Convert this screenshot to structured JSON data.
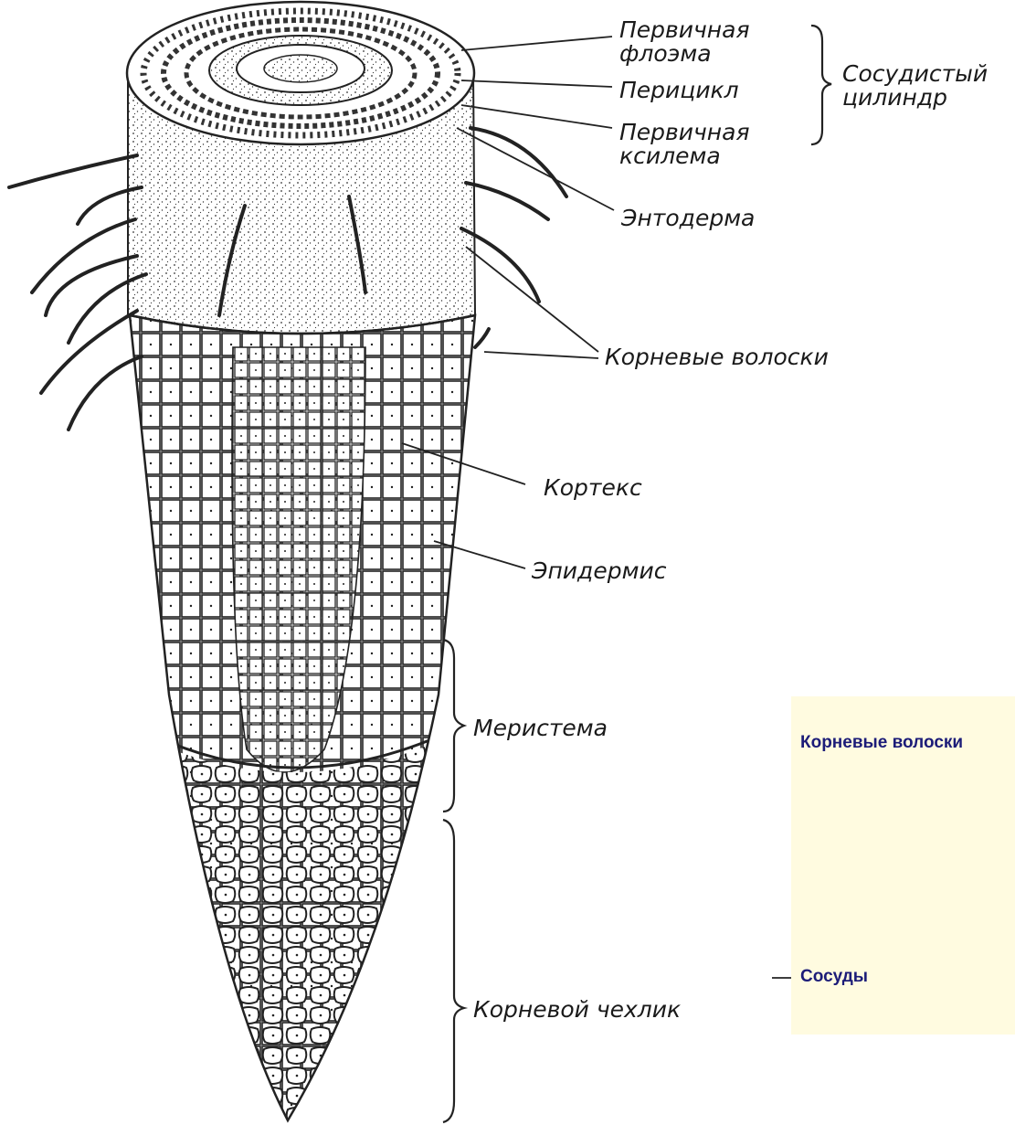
{
  "labels": {
    "primary_phloem": [
      "Первичная",
      "флоэма"
    ],
    "pericycle": "Перицикл",
    "primary_xylem": [
      "Первичная",
      "ксилема"
    ],
    "vascular_cylinder": [
      "Сосудистый",
      "цилиндр"
    ],
    "endoderm": "Энтодерма",
    "root_hairs": "Корневые волоски",
    "cortex": "Кортекс",
    "epidermis": "Эпидермис",
    "meristem": "Меристема",
    "root_cap": "Корневой чехлик"
  },
  "panel": {
    "root_hairs": "Корневые волоски",
    "vessels": "Сосуды"
  },
  "colors": {
    "ink": "#1a1a1a",
    "panel_bg": "#fffbe0",
    "panel_text": "#1c1c78"
  }
}
